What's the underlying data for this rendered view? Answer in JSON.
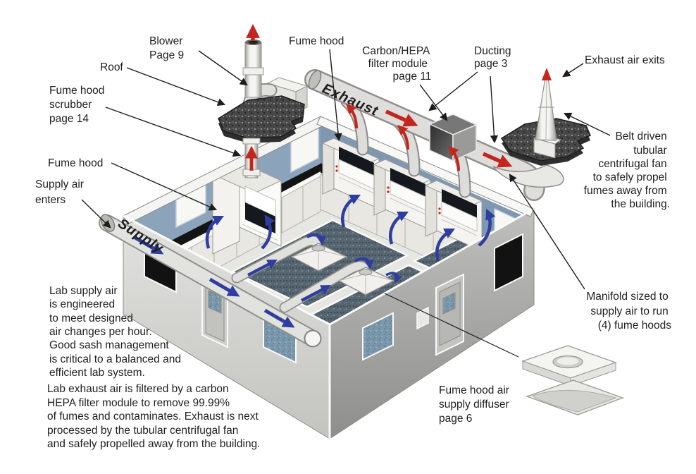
{
  "diagram_title": "Laboratory fume hood ventilation system diagram",
  "colors": {
    "accent_red": "#c4261d",
    "accent_blue": "#2d3da0",
    "interior_wall_blue": "#8ba4bc",
    "bench_speckle": "#56656f",
    "roof_pad_dark": "#474747",
    "label_text": "#1f1f1f"
  },
  "duct_tags": {
    "exhaust": "Exhaust",
    "supply": "Supply"
  },
  "labels": {
    "blower": {
      "lines": [
        "Blower",
        "Page 9"
      ]
    },
    "roof": {
      "lines": [
        "Roof"
      ]
    },
    "scrubber": {
      "lines": [
        "Fume hood",
        "scrubber",
        "page 14"
      ]
    },
    "fume_hood_left": {
      "lines": [
        "Fume hood"
      ]
    },
    "supply_air": {
      "lines": [
        "Supply air",
        "enters"
      ]
    },
    "fume_hood_top": {
      "lines": [
        "Fume hood"
      ]
    },
    "carbon_hepa": {
      "lines": [
        "Carbon/HEPA",
        "filter module",
        "page 11"
      ]
    },
    "ducting": {
      "lines": [
        "Ducting",
        "page 3"
      ]
    },
    "exhaust_exits": {
      "lines": [
        "Exhaust air exits"
      ]
    },
    "belt_fan": {
      "lines": [
        "Belt driven",
        "tubular",
        "centrifugal fan",
        "to safely propel",
        "fumes away from",
        "the building."
      ]
    },
    "manifold": {
      "lines": [
        "Manifold sized to",
        "supply air to run",
        "(4) fume hoods"
      ]
    },
    "diffuser": {
      "lines": [
        "Fume hood air",
        "supply diffuser",
        "page 6"
      ]
    }
  },
  "paragraphs": {
    "supply_note": {
      "lines": [
        "Lab supply air",
        "is engineered",
        "to meet designed",
        "air changes per hour.",
        "Good sash management",
        "is critical to a balanced and",
        "efficient lab system."
      ]
    },
    "exhaust_note": {
      "lines": [
        "Lab exhaust air is filtered by a carbon",
        "HEPA filter module to remove 99.99%",
        "of fumes and contaminates. Exhaust is next",
        "processed by the tubular centrifugal fan",
        "and safely propelled away from the building."
      ]
    }
  }
}
